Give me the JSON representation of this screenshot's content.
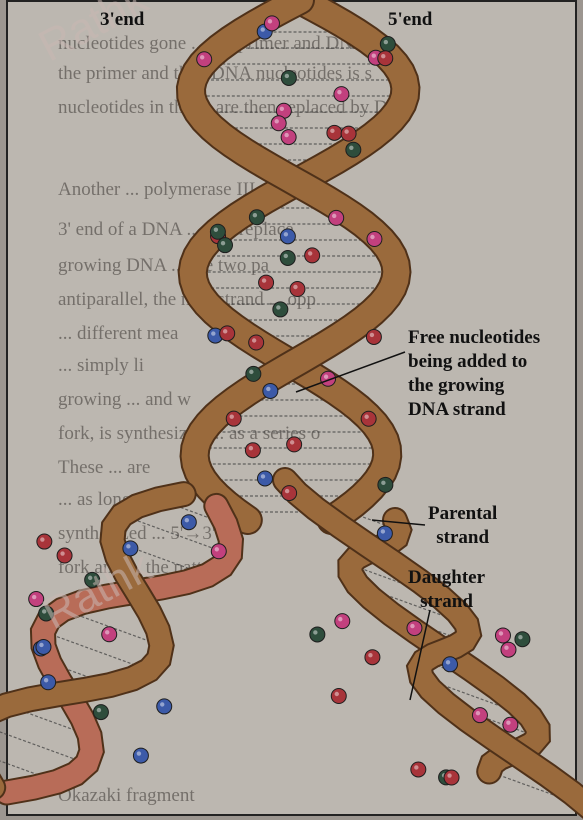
{
  "diagram": {
    "labels": {
      "three_prime": "3'end",
      "five_prime": "5'end",
      "free_nucleotides": [
        "Free nucleotides",
        "being added to",
        "the growing",
        "DNA strand"
      ],
      "parental": [
        "Parental",
        "strand"
      ],
      "daughter": [
        "Daughter",
        "strand"
      ]
    },
    "watermarks": [
      "Rathk",
      "Rathk"
    ],
    "background_text": [
      "nucleotides gone ... the primer and DNA",
      "the primer and then DNA nucleotides is s",
      "nucleotides in the ... are then replaced by D",
      "Another ... polymerase III",
      "3' end of a DNA ... that replace",
      "growing DNA ... the two pa",
      "antiparallel, the new strand ... opp",
      "... different mea",
      "... simply li",
      "growing ... and w",
      "fork, is synthesized ... as a series o",
      "These ... are",
      "... as long a",
      "synthesized ... 5'→3'",
      "fork and ... the patte",
      "Okazaki fragment"
    ],
    "colors": {
      "ribbon": "#9a6a3c",
      "ribbon_edge": "#4f3119",
      "parental_ribbon": "#b86c58",
      "nucleotide_red": "#a8343a",
      "nucleotide_blue": "#3c5aa8",
      "nucleotide_pink": "#c2407e",
      "nucleotide_green": "#2e4d3c",
      "background": "#bcb7b0"
    }
  }
}
